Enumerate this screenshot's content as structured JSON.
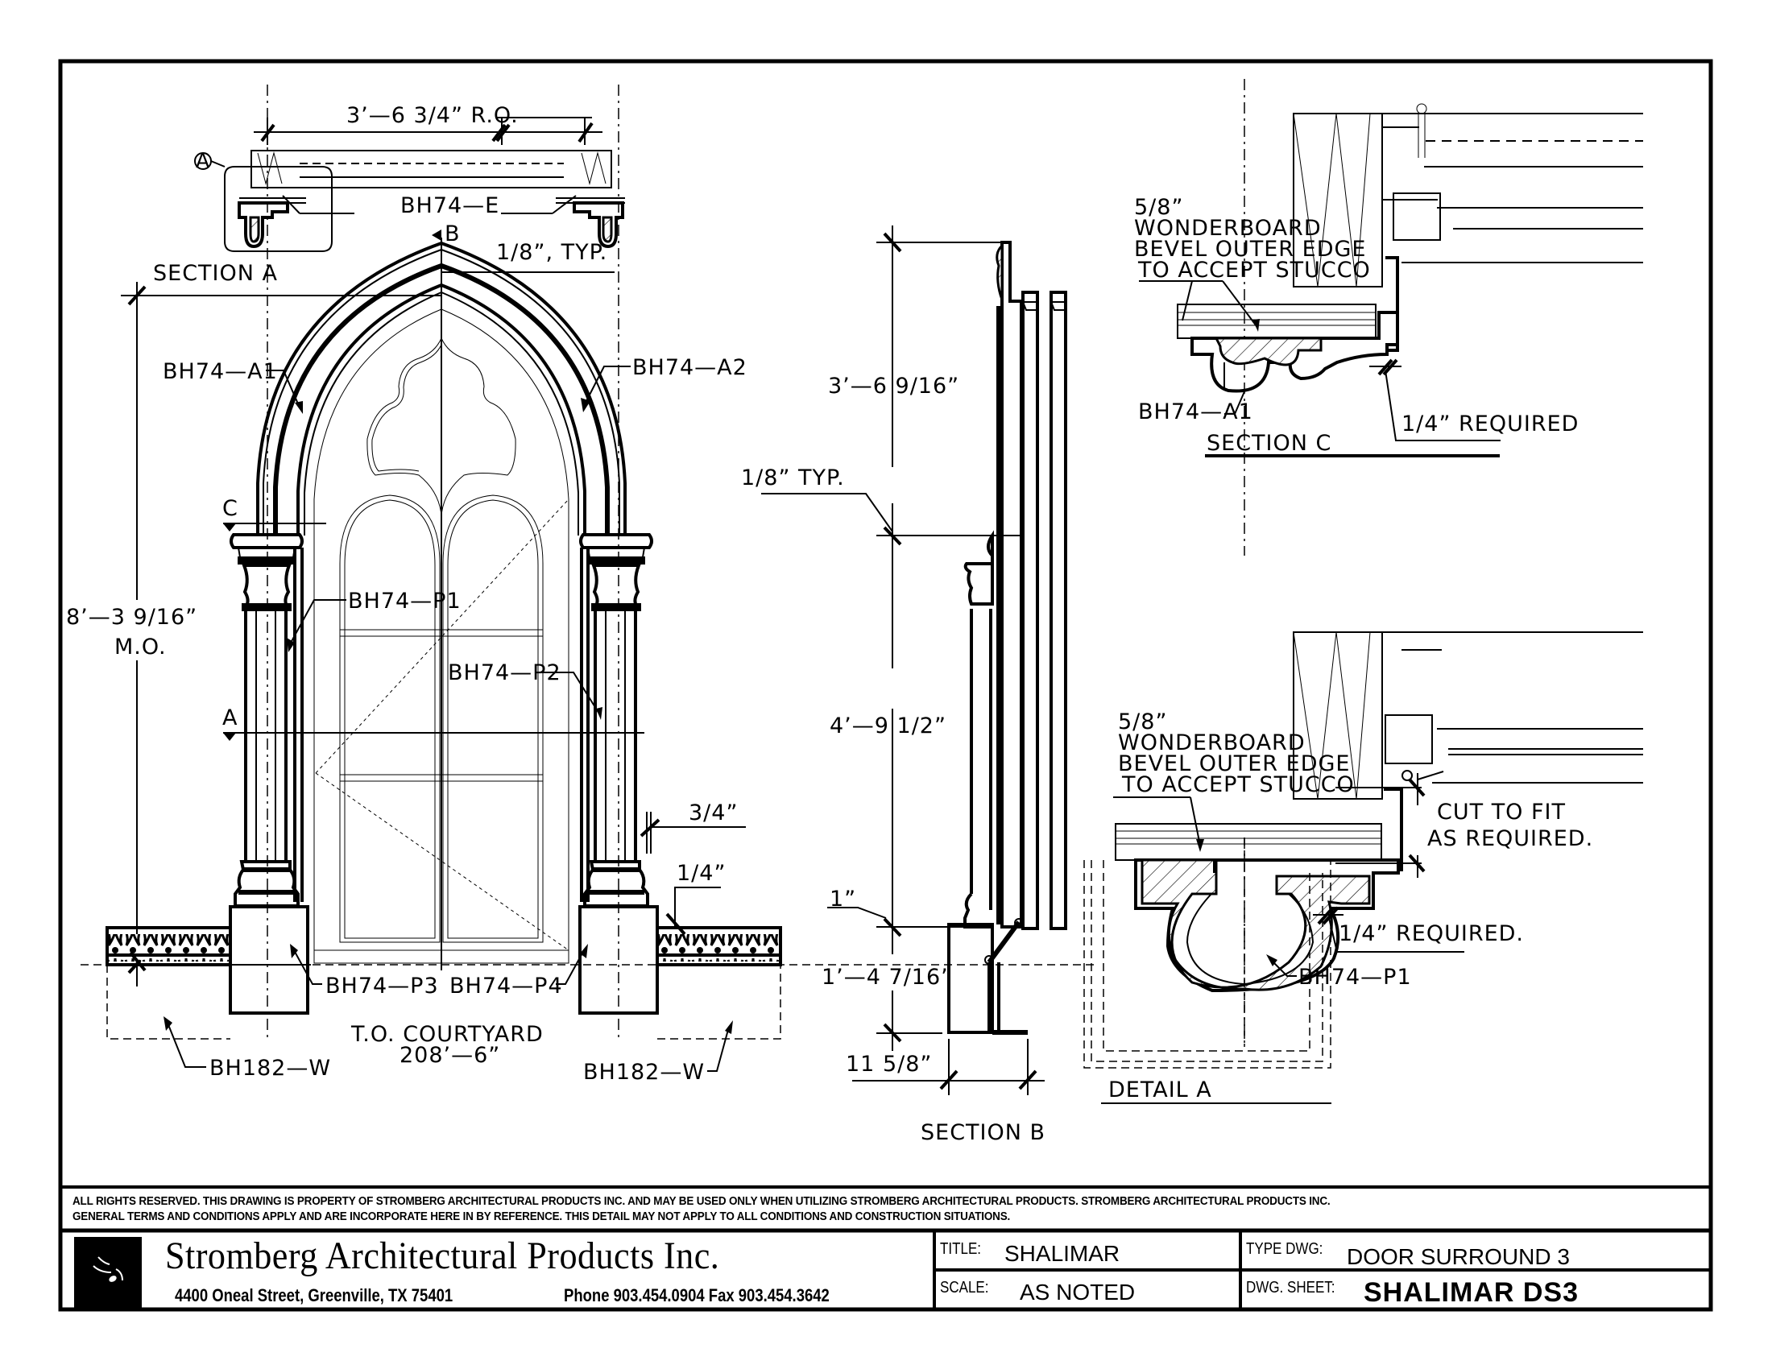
{
  "sheet": {
    "company_name": "Stromberg Architectural Products Inc.",
    "address": "4400 Oneal Street, Greenville, TX 75401",
    "phone_fax": "Phone 903.454.0904   Fax 903.454.3642",
    "logo_icon": "stromberg-flame-logo",
    "disclaimer_line1": "ALL RIGHTS RESERVED. THIS DRAWING IS PROPERTY OF STROMBERG ARCHITECTURAL PRODUCTS INC. AND MAY BE USED ONLY WHEN UTILIZING STROMBERG ARCHITECTURAL PRODUCTS.  STROMBERG ARCHITECTURAL PRODUCTS INC.",
    "disclaimer_line2": "GENERAL TERMS AND CONDITIONS APPLY AND ARE INCORPORATE HERE IN BY REFERENCE.  THIS DETAIL MAY NOT APPLY TO ALL CONDITIONS AND CONSTRUCTION SITUATIONS.",
    "title_label": "TITLE:",
    "title_value": "SHALIMAR",
    "scale_label": "SCALE:",
    "scale_value": "AS NOTED",
    "type_label": "TYPE DWG:",
    "type_value": "DOOR SURROUND 3",
    "sheet_label": "DWG. SHEET:",
    "sheet_value": "SHALIMAR DS3"
  },
  "elevation": {
    "ro_width": "3’—6 3/4” R.O.",
    "typ_18": "1/8”, TYP.",
    "mo_height": "8’—3 9/16”",
    "mo_label": "M.O.",
    "section_a_marker": "A",
    "section_b_marker": "B",
    "section_c_marker": "C",
    "callout_a1": "BH74—A1",
    "callout_a2": "BH74—A2",
    "callout_p1": "BH74—P1",
    "callout_p2": "BH74—P2",
    "callout_p3": "BH74—P3",
    "callout_p4": "BH74—P4",
    "callout_w_left": "BH182—W",
    "callout_w_right": "BH182—W",
    "dim_34": "3/4”",
    "dim_14": "1/4”",
    "courtyard_label": "T.O. COURTYARD",
    "courtyard_elev": "208’—6”"
  },
  "section_a": {
    "title": "SECTION  A",
    "detail_bubble": "A",
    "callout_e": "BH74—E"
  },
  "section_b": {
    "title": "SECTION  B",
    "dim_upper": "3’—6  9/16”",
    "typ_18": "1/8”  TYP.",
    "dim_middle": "4’—9  1/2”",
    "dim_1": "1”",
    "dim_base": "1’—4  7/16”",
    "dim_depth": "11  5/8”"
  },
  "section_c": {
    "title": "SECTION  C",
    "note_l1": "5/8”",
    "note_l2": "WONDERBOARD",
    "note_l3": "BEVEL  OUTER  EDGE",
    "note_l4": "TO  ACCEPT  STUCCO",
    "callout_a1": "BH74—A1",
    "gap": "1/4”  REQUIRED"
  },
  "detail_a": {
    "title": "DETAIL  A",
    "note_l1": "5/8”",
    "note_l2": "WONDERBOARD",
    "note_l3": "BEVEL  OUTER  EDGE",
    "note_l4": "TO  ACCEPT  STUCCO",
    "cut_l1": "CUT  TO  FIT",
    "cut_l2": "AS  REQUIRED.",
    "gap": "1/4”  REQUIRED.",
    "callout_p1": "BH74—P1"
  }
}
